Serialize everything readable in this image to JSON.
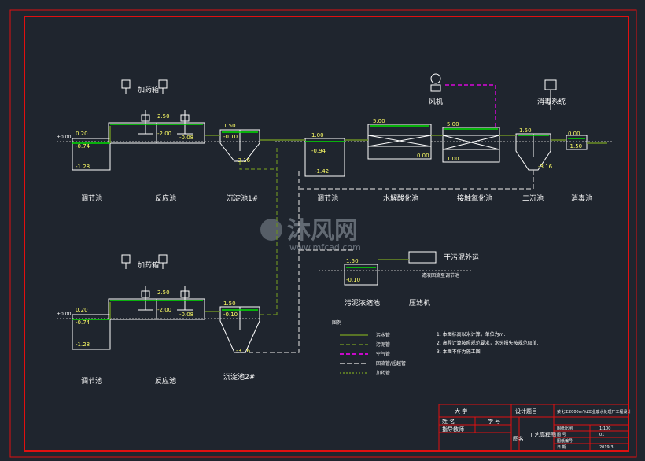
{
  "colors": {
    "background": "#1f252e",
    "frame": "#e01010",
    "equipment": "#ffffff",
    "water_level": "#00e000",
    "sludge_line": "#6b8e23",
    "air_line": "#ff00ff",
    "reflux_line": "#c8c8c8",
    "text": "#ffffff"
  },
  "units": {
    "top_row": [
      {
        "label": "调节池",
        "levels": [
          "0.20",
          "-0.74",
          "-1.28"
        ]
      },
      {
        "label": "反应池",
        "levels": [
          "2.50",
          "-2.00",
          "-0.08"
        ]
      },
      {
        "label": "沉淀池1#",
        "levels": [
          "1.50",
          "-0.10",
          "-3.16"
        ]
      },
      {
        "label": "调节池",
        "levels": [
          "1.00",
          "-0.94",
          "-1.42"
        ]
      },
      {
        "label": "水解酸化池",
        "levels": [
          "5.00",
          "0.00"
        ]
      },
      {
        "label": "接触氧化池",
        "levels": [
          "5.00",
          "1.00"
        ]
      },
      {
        "label": "二沉池",
        "levels": [
          "1.50",
          "-3.16"
        ]
      },
      {
        "label": "消毒池",
        "levels": [
          "0.00",
          "-1.50"
        ]
      }
    ],
    "bottom_row": [
      {
        "label": "调节池",
        "levels": [
          "0.20",
          "-0.74",
          "-1.28"
        ]
      },
      {
        "label": "反应池",
        "levels": [
          "2.50",
          "-2.00",
          "-0.08"
        ]
      },
      {
        "label": "沉淀池2#",
        "levels": [
          "1.50",
          "-0.10",
          "-3.16"
        ]
      }
    ]
  },
  "dosing": {
    "top": "加药箱",
    "bottom": "加药箱",
    "blower": "风机",
    "disinfect": "消毒系统"
  },
  "sludge": {
    "thickener": "污泥浓缩池",
    "press": "压滤机",
    "outlet": "干污泥外运",
    "filtrate": "滤液回流至调节池",
    "levels": [
      "1.50",
      "-0.10"
    ]
  },
  "ground_level": "±0.00",
  "legend": {
    "title": "图例",
    "items": [
      "污水管",
      "污泥管",
      "空气管",
      "回流管/超越管",
      "加药管"
    ]
  },
  "notes": {
    "items": [
      "1. 本图标高以米计算，单位为m.",
      "2. 高程计算按照规范要求，水头损失按规范取值.",
      "3. 本图不作为施工图."
    ]
  },
  "title_block": {
    "school": "大 学",
    "design_topic": "设计题目",
    "project": "某化工2000m³/d工业废水处理厂工程设计",
    "name_row": [
      "姓 名",
      "学 号"
    ],
    "advisor": "指导教师",
    "drawing_name": "工艺高程图",
    "side_label": "图名",
    "meta": [
      [
        "图纸比例",
        "1:100"
      ],
      [
        "图 号",
        "01"
      ],
      [
        "图纸编号",
        ""
      ],
      [
        "日 期",
        "2019.3"
      ]
    ]
  },
  "watermark": {
    "brand": "沐风网",
    "url": "www.mfcad.com"
  }
}
